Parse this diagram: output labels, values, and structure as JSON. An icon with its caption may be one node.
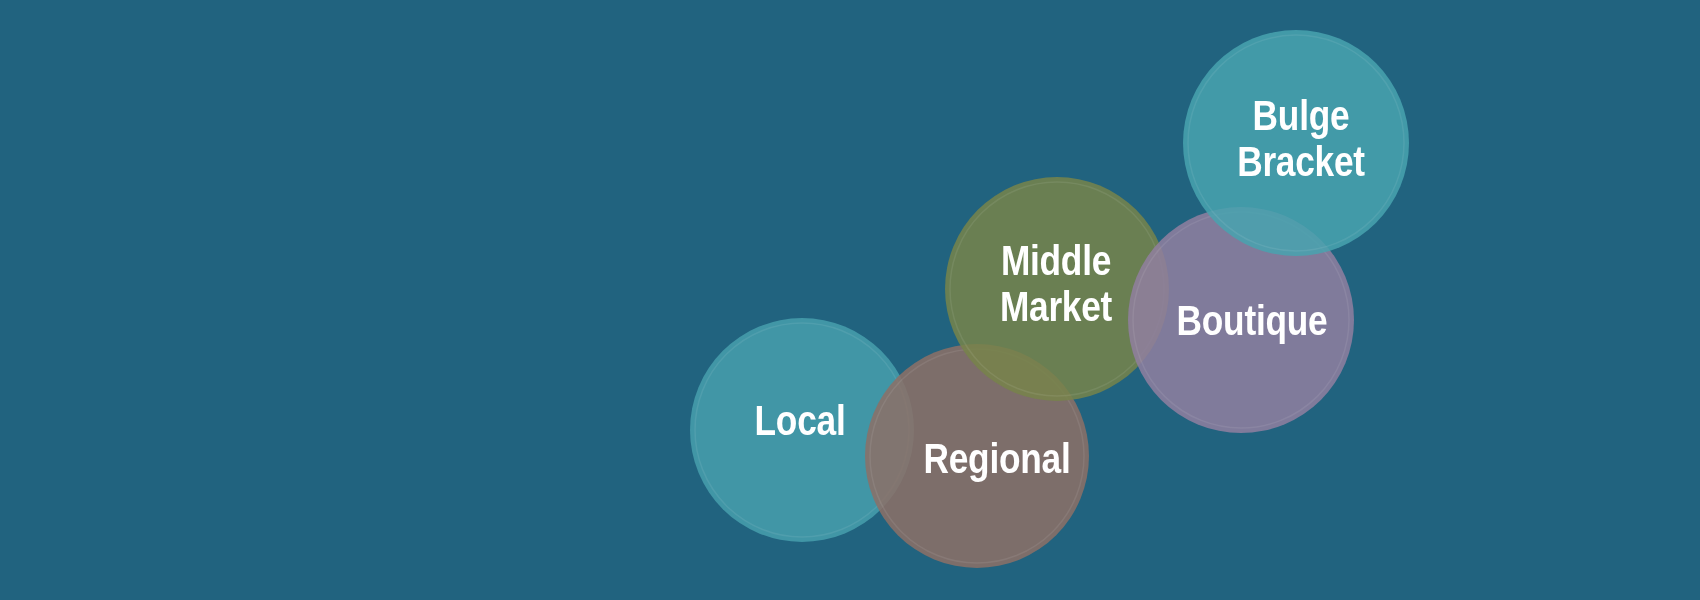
{
  "diagram": {
    "nodes": [
      {
        "text": [
          "Local"
        ]
      },
      {
        "text": [
          "Regional"
        ]
      },
      {
        "text": [
          "Middle Market"
        ]
      },
      {
        "text": [
          "Boutique"
        ]
      },
      {
        "text": [
          "Bulge Bracket"
        ]
      }
    ]
  }
}
